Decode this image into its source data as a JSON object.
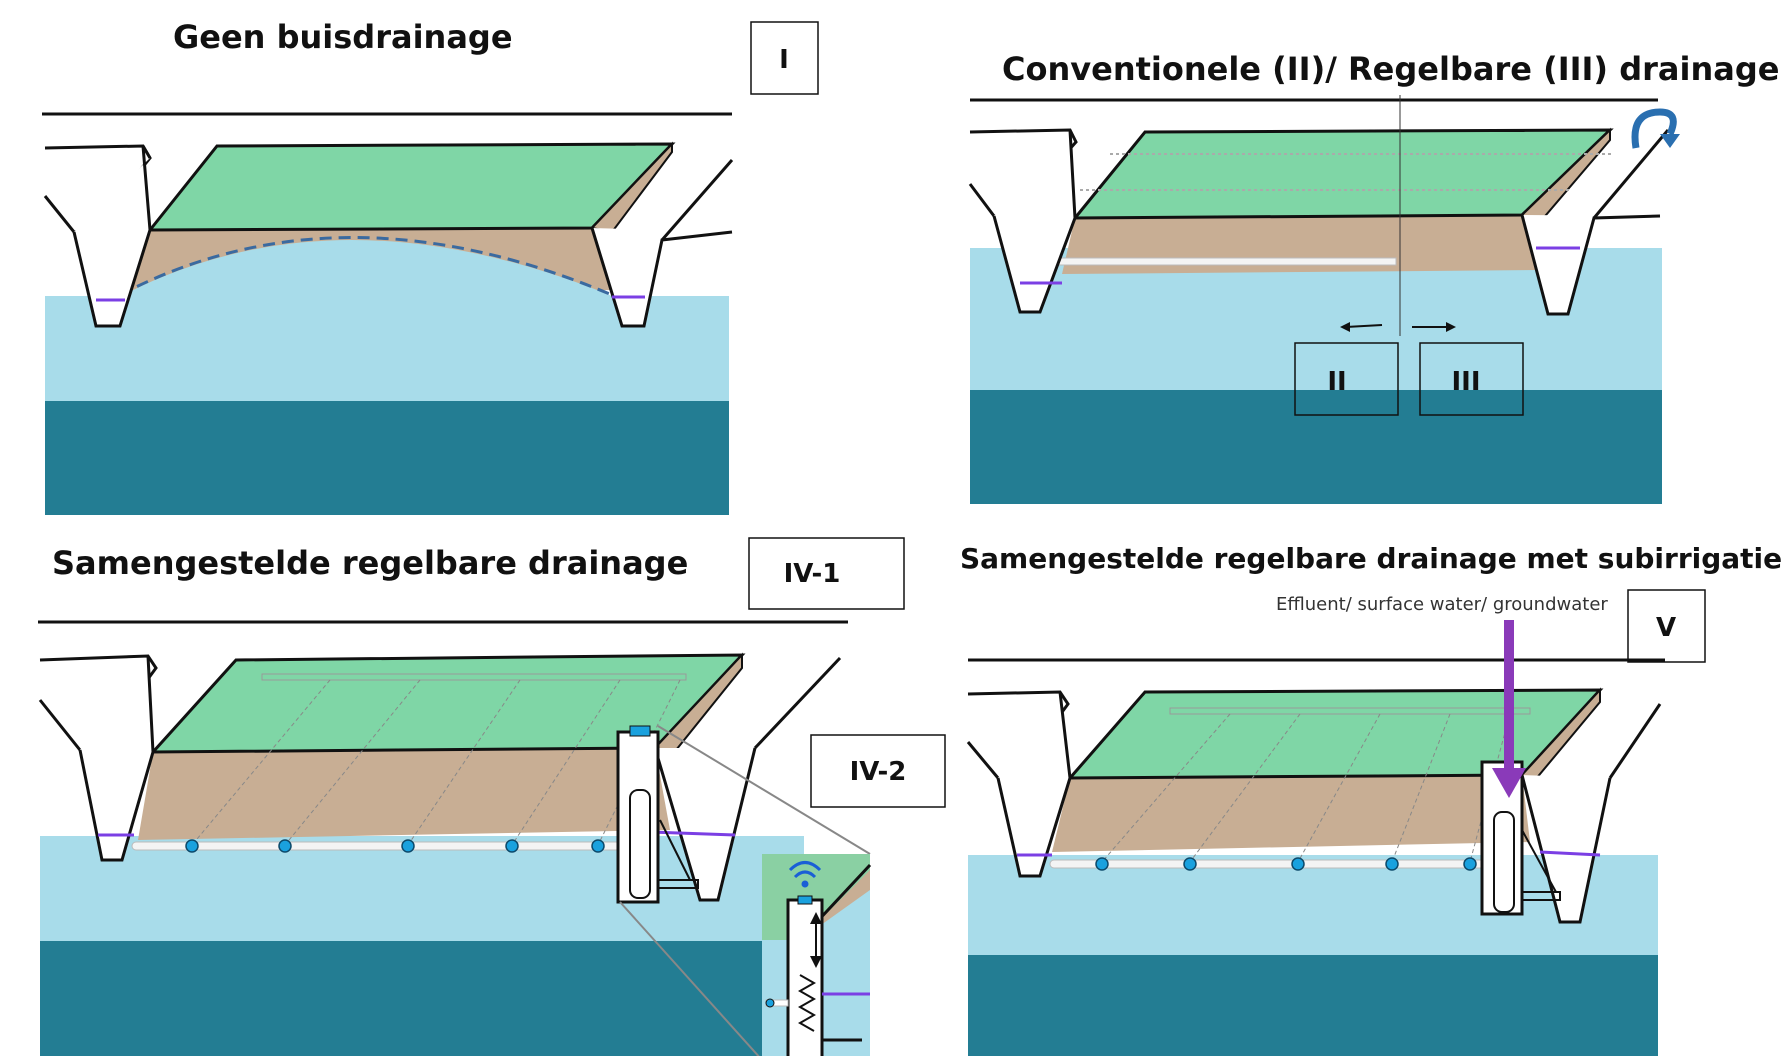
{
  "panels": {
    "p1": {
      "title": "Geen buisdrainage",
      "label": "I"
    },
    "p2": {
      "title": "Conventionele (II)/ Regelbare (III) drainage",
      "label_left": "II",
      "label_right": "III"
    },
    "p3": {
      "title": "Samengestelde regelbare drainage",
      "label": "IV-1",
      "inset_label": "IV-2"
    },
    "p4": {
      "title": "Samengestelde regelbare drainage met subirrigatie",
      "label": "V",
      "source_note": "Effluent/ surface water/ groundwater"
    }
  },
  "colors": {
    "grass": "#7fd6a6",
    "soil": "#c8ae94",
    "water_light": "#a8dcea",
    "water_dark": "#237d93",
    "ditch_water": "#7b3fe4",
    "pipe_dot": "#1aa1de",
    "arrow_purple": "#8a3ab9",
    "outline": "#111111"
  },
  "icons": [
    "wifi-icon",
    "rotate-arrow-icon",
    "down-arrow-icon",
    "double-arrow-icon",
    "spring-icon"
  ]
}
